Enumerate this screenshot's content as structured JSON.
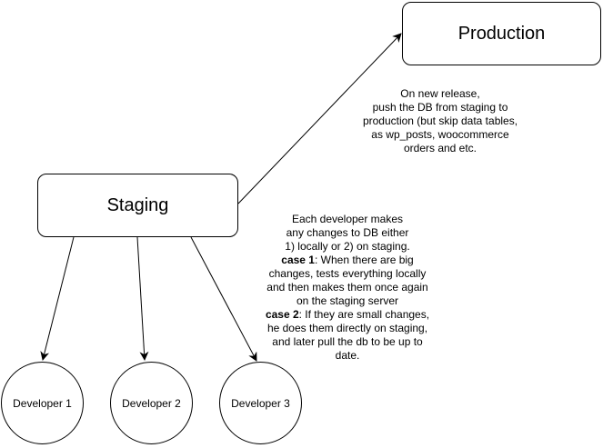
{
  "nodes": {
    "production": {
      "label": "Production"
    },
    "staging": {
      "label": "Staging"
    },
    "developer_1": {
      "label": "Developer 1"
    },
    "developer_2": {
      "label": "Developer 2"
    },
    "developer_3": {
      "label": "Developer 3"
    }
  },
  "edges": [
    {
      "from": "Staging",
      "to": "Production"
    },
    {
      "from": "Staging",
      "to": "Developer 1"
    },
    {
      "from": "Staging",
      "to": "Developer 2"
    },
    {
      "from": "Staging",
      "to": "Developer 3"
    }
  ],
  "release_note": {
    "lines": [
      "On new release,",
      "push the DB from staging to",
      "production (but skip data tables,",
      "as wp_posts, woocommerce",
      "orders and etc."
    ]
  },
  "developer_note": {
    "line1": "Each developer makes",
    "line2": "any changes to DB either",
    "line3": "1) locally or 2) on staging.",
    "case1_label": "case 1",
    "case1_line1": ": When there are big",
    "case1_line2": "changes, tests everything locally",
    "case1_line3": "and then makes them once again",
    "case1_line4": "on the staging server",
    "case2_label": "case 2",
    "case2_line1": ": If they are small changes,",
    "case2_line2": "he does them directly on staging,",
    "case2_line3": "and later pull the db to be up to",
    "case2_line4": "date."
  },
  "colors": {
    "stroke": "#000000",
    "fill": "#ffffff",
    "text": "#000000"
  }
}
